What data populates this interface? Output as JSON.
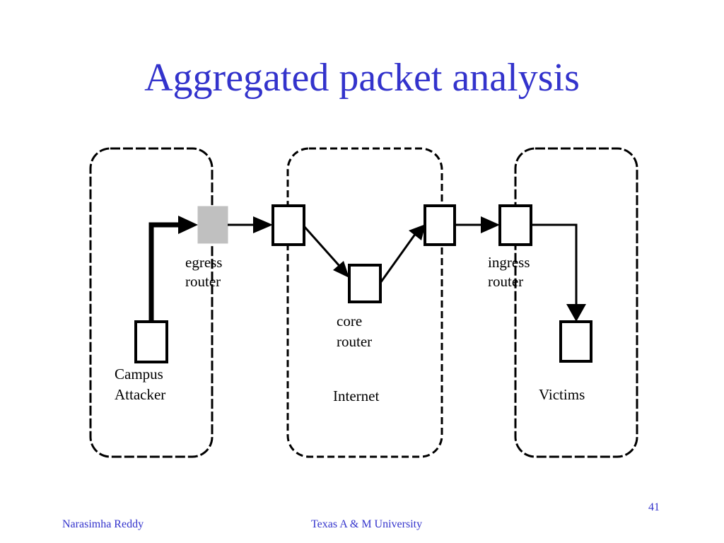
{
  "slide": {
    "title": "Aggregated packet analysis",
    "page_number": "41",
    "footer_left": "Narasimha Reddy",
    "footer_center": "Texas A & M University"
  },
  "diagram": {
    "regions": {
      "campus_label_line1": "Campus",
      "campus_label_line2": "Attacker",
      "internet_label": "Internet",
      "victims_label": "Victims"
    },
    "routers": {
      "egress_line1": "egress",
      "egress_line2": "router",
      "core_line1": "core",
      "core_line2": "router",
      "ingress_line1": "ingress",
      "ingress_line2": "router"
    },
    "colors": {
      "title": "#3333cc",
      "footer": "#3333cc",
      "egress_router_fill": "#c0c0c0",
      "stroke": "#000000"
    }
  }
}
